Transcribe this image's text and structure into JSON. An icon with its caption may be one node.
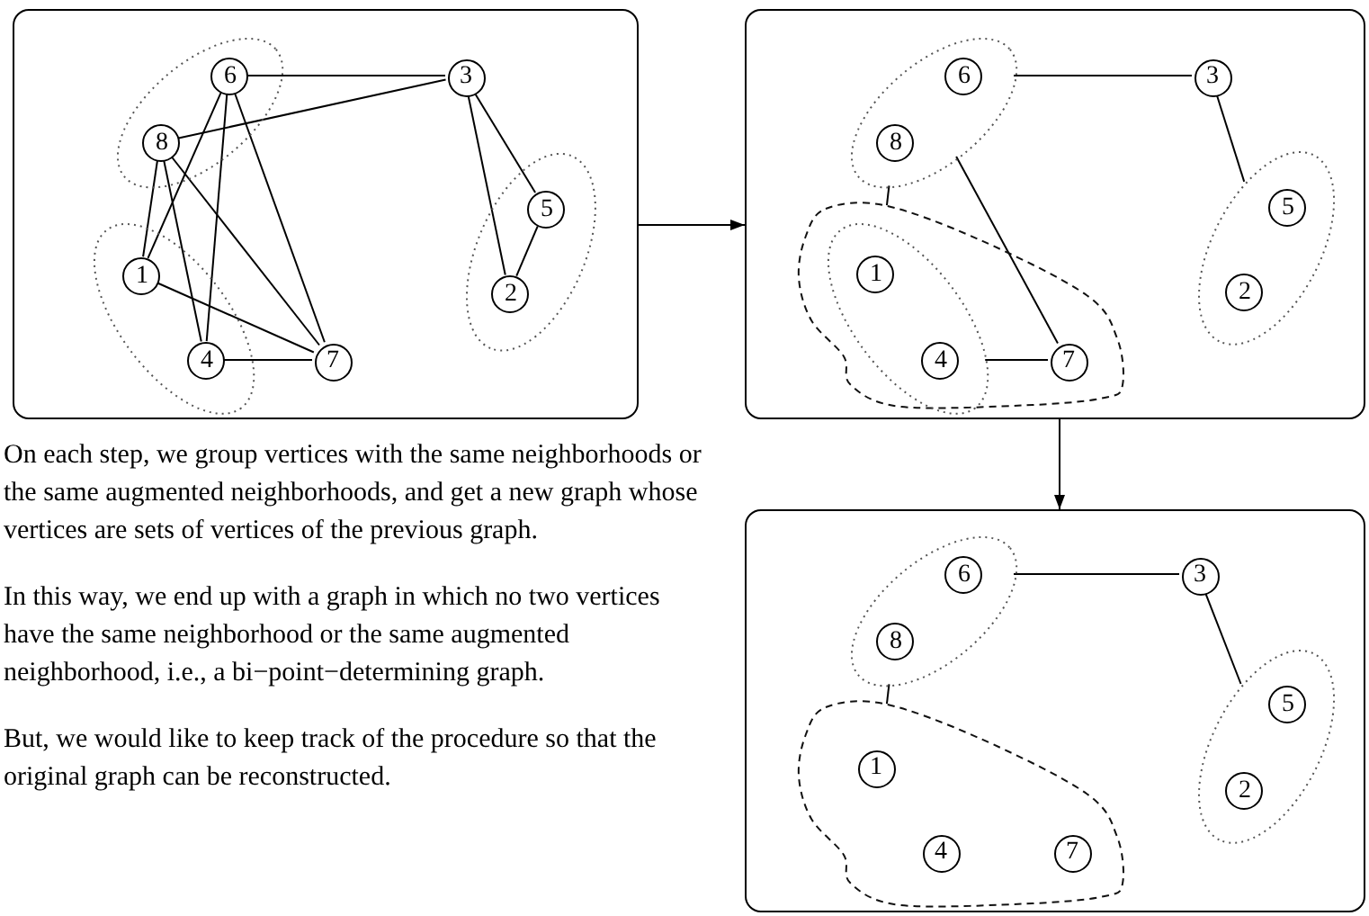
{
  "diagram": {
    "nodes": [
      {
        "text": [],
        "shape": "box"
      },
      {
        "text": [],
        "shape": "ellipse",
        "in": 0
      },
      {
        "text": [
          "6"
        ],
        "in": 1
      },
      {
        "text": [
          "8"
        ],
        "in": 1
      },
      {
        "text": [
          "3"
        ],
        "in": 0
      },
      {
        "text": [],
        "shape": "ellipse",
        "in": 0
      },
      {
        "text": [
          "1"
        ],
        "in": 5
      },
      {
        "text": [
          "4"
        ],
        "in": 5
      },
      {
        "text": [
          "7"
        ],
        "in": 0
      },
      {
        "text": [],
        "shape": "ellipse",
        "in": 0
      },
      {
        "text": [
          "5"
        ],
        "in": 9
      },
      {
        "text": [
          "2"
        ],
        "in": 9
      },
      {
        "text": [],
        "shape": "box"
      },
      {
        "text": [],
        "shape": "ellipse",
        "in": 12
      },
      {
        "text": [
          "6"
        ],
        "in": 13
      },
      {
        "text": [
          "8"
        ],
        "in": 13
      },
      {
        "text": [
          "3"
        ],
        "in": 12
      },
      {
        "text": [],
        "shape": "blob",
        "in": 12
      },
      {
        "text": [],
        "shape": "ellipse",
        "in": 17
      },
      {
        "text": [
          "1"
        ],
        "in": 18
      },
      {
        "text": [
          "4"
        ],
        "in": 18
      },
      {
        "text": [
          "7"
        ],
        "in": 17
      },
      {
        "text": [],
        "shape": "ellipse",
        "in": 12
      },
      {
        "text": [
          "5"
        ],
        "in": 22
      },
      {
        "text": [
          "2"
        ],
        "in": 22
      },
      {
        "text": [],
        "shape": "box"
      },
      {
        "text": [],
        "shape": "ellipse",
        "in": 25
      },
      {
        "text": [
          "6"
        ],
        "in": 26
      },
      {
        "text": [
          "8"
        ],
        "in": 26
      },
      {
        "text": [
          "3"
        ],
        "in": 25
      },
      {
        "text": [],
        "shape": "blob",
        "in": 25
      },
      {
        "text": [
          "1"
        ],
        "in": 30
      },
      {
        "text": [
          "4"
        ],
        "in": 30
      },
      {
        "text": [
          "7"
        ],
        "in": 30
      },
      {
        "text": [],
        "shape": "ellipse",
        "in": 25
      },
      {
        "text": [
          "5"
        ],
        "in": 34
      },
      {
        "text": [
          "2"
        ],
        "in": 34
      }
    ],
    "edges": [
      {
        "from": 2,
        "to": 4,
        "arrow": "none"
      },
      {
        "from": 3,
        "to": 4,
        "arrow": "none"
      },
      {
        "from": 2,
        "to": 6,
        "arrow": "none"
      },
      {
        "from": 2,
        "to": 7,
        "arrow": "none"
      },
      {
        "from": 2,
        "to": 8,
        "arrow": "none"
      },
      {
        "from": 3,
        "to": 6,
        "arrow": "none"
      },
      {
        "from": 3,
        "to": 7,
        "arrow": "none"
      },
      {
        "from": 3,
        "to": 8,
        "arrow": "none"
      },
      {
        "from": 6,
        "to": 8,
        "arrow": "none"
      },
      {
        "from": 7,
        "to": 8,
        "arrow": "none"
      },
      {
        "from": 4,
        "to": 11,
        "arrow": "none"
      },
      {
        "from": 4,
        "to": 10,
        "arrow": "none"
      },
      {
        "from": 10,
        "to": 11,
        "arrow": "none"
      },
      {
        "from": 0,
        "to": 12,
        "arrow": "to"
      },
      {
        "from": 13,
        "to": 16,
        "arrow": "none"
      },
      {
        "from": 16,
        "to": 22,
        "arrow": "none"
      },
      {
        "from": 13,
        "to": 21,
        "arrow": "none"
      },
      {
        "from": 13,
        "to": 17,
        "arrow": "none"
      },
      {
        "from": 18,
        "to": 21,
        "arrow": "none"
      },
      {
        "from": 12,
        "to": 25,
        "arrow": "to"
      },
      {
        "from": 26,
        "to": 29,
        "arrow": "none"
      },
      {
        "from": 29,
        "to": 34,
        "arrow": "none"
      },
      {
        "from": 26,
        "to": 30,
        "arrow": "none"
      }
    ],
    "labels": [
      "On each step, we group vertices with the same neighborhoods or the same augmented neighborhoods, and get a new graph whose vertices are sets of vertices of the previous graph.",
      "In this way, we end up with a graph in which no two vertices have the same neighborhood or the same augmented neighborhood, i.e., a bi−point−determining graph.",
      "But, we would like to keep track of the procedure so that the original graph can be reconstructed."
    ]
  }
}
